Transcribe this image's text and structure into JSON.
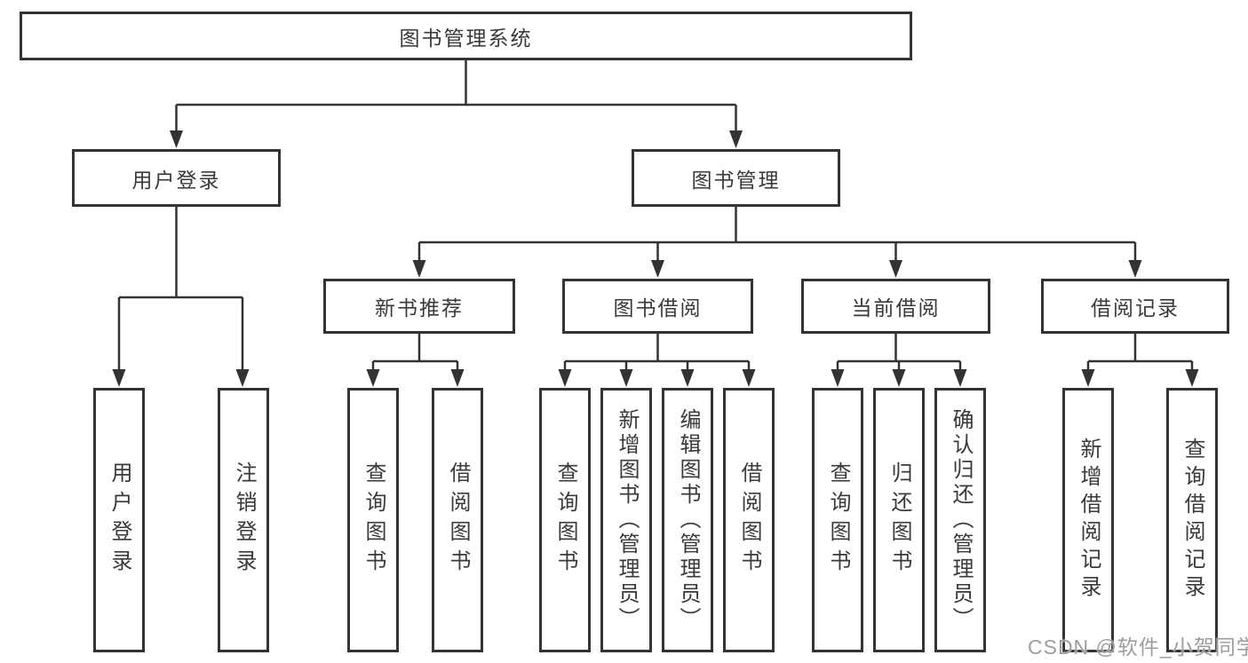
{
  "diagram": {
    "title": "图书管理系统",
    "watermark": "CSDN @软件_小贺同学",
    "colors": {
      "line": "#333333",
      "box_border": "#333333",
      "text": "#3a3a3a",
      "background": "#ffffff",
      "watermark": "#9d9d9d"
    },
    "nodes": {
      "root": {
        "label": "图书管理系统"
      },
      "userLogin": {
        "label": "用户登录"
      },
      "bookMgmt": {
        "label": "图书管理"
      },
      "newBookRec": {
        "label": "新书推荐"
      },
      "bookBorrow": {
        "label": "图书借阅"
      },
      "currentBorrow": {
        "label": "当前借阅"
      },
      "borrowRecord": {
        "label": "借阅记录"
      },
      "leafUserLogin": {
        "label": "用户登录"
      },
      "leafLogout": {
        "label": "注销登录"
      },
      "leafQueryBook1": {
        "label": "查询图书"
      },
      "leafBorrowBook1": {
        "label": "借阅图书"
      },
      "leafQueryBook2": {
        "label": "查询图书"
      },
      "leafAddBook": {
        "label": "新增图书（管理员）"
      },
      "leafEditBook": {
        "label": "编辑图书（管理员）"
      },
      "leafBorrowBook2": {
        "label": "借阅图书"
      },
      "leafQueryBook3": {
        "label": "查询图书"
      },
      "leafReturnBook": {
        "label": "归还图书"
      },
      "leafConfirmReturn": {
        "label": "确认归还（管理员）"
      },
      "leafAddRecord": {
        "label": "新增借阅记录"
      },
      "leafQueryRecord": {
        "label": "查询借阅记录"
      }
    },
    "hierarchy": {
      "root": "图书管理系统",
      "children_of_root": [
        "用户登录",
        "图书管理"
      ],
      "children_of_user_login": [
        "用户登录",
        "注销登录"
      ],
      "children_of_book_mgmt": [
        "新书推荐",
        "图书借阅",
        "当前借阅",
        "借阅记录"
      ],
      "children_of_new_book_rec": [
        "查询图书",
        "借阅图书"
      ],
      "children_of_book_borrow": [
        "查询图书",
        "新增图书（管理员）",
        "编辑图书（管理员）",
        "借阅图书"
      ],
      "children_of_current_borrow": [
        "查询图书",
        "归还图书",
        "确认归还（管理员）"
      ],
      "children_of_borrow_record": [
        "新增借阅记录",
        "查询借阅记录"
      ]
    }
  }
}
